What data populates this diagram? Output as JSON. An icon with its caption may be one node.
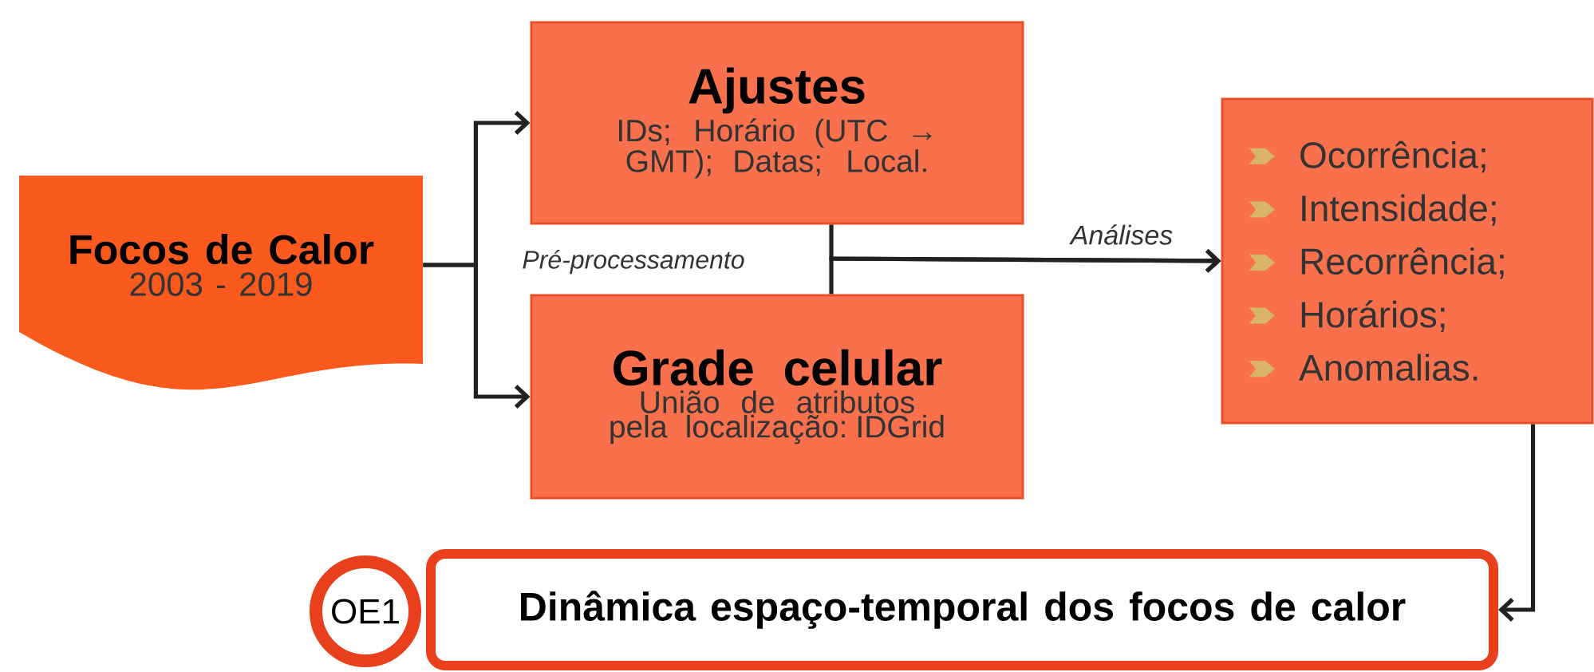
{
  "diagram": {
    "nodes": [
      {
        "text": [
          "Focos de Calor",
          "2003 - 2019"
        ]
      },
      {
        "text": [
          "Ajustes",
          "IDs; Horário (UTC → GMT); Datas; Local."
        ]
      },
      {
        "text": [
          "Grade celular",
          "União de atributos pela localização: IDGrid"
        ]
      },
      {
        "text": [
          "Ocorrência;",
          "Intensidade;",
          "Recorrência;",
          "Horários;",
          "Anomalias."
        ]
      },
      {
        "text": [
          "OE1"
        ]
      },
      {
        "text": [
          "Dinâmica espaço-temporal dos focos de calor"
        ]
      }
    ],
    "edges": [
      {
        "from": 0,
        "to": 1,
        "arrow": "to",
        "label": "Pré-processamento"
      },
      {
        "from": 0,
        "to": 2,
        "arrow": "to"
      },
      {
        "from": 1,
        "to": 3,
        "arrow": "to",
        "label": "Análises"
      },
      {
        "from": 2,
        "to": 3,
        "arrow": "to"
      },
      {
        "from": 3,
        "to": 5,
        "arrow": "to"
      }
    ]
  }
}
